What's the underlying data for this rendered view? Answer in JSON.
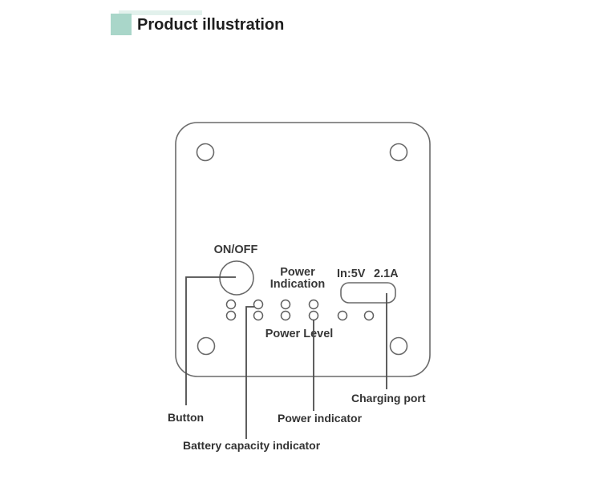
{
  "header": {
    "title": "Product illustration"
  },
  "diagram": {
    "device_labels": {
      "on_off": "ON/OFF",
      "power_indication_line1": "Power",
      "power_indication_line2": "Indication",
      "input_voltage": "In:5V",
      "input_current": "2.1A",
      "power_level": "Power Level"
    },
    "callouts": {
      "button": "Button",
      "battery_capacity_indicator": "Battery capacity indicator",
      "power_indicator": "Power indicator",
      "charging_port": "Charging port"
    },
    "colors": {
      "accent_square": "#a9d6c9",
      "accent_bar": "#e2f1ec",
      "device_outline": "#6a6a6a",
      "callout_line": "#4d4d4d",
      "label_text": "#383838"
    }
  }
}
